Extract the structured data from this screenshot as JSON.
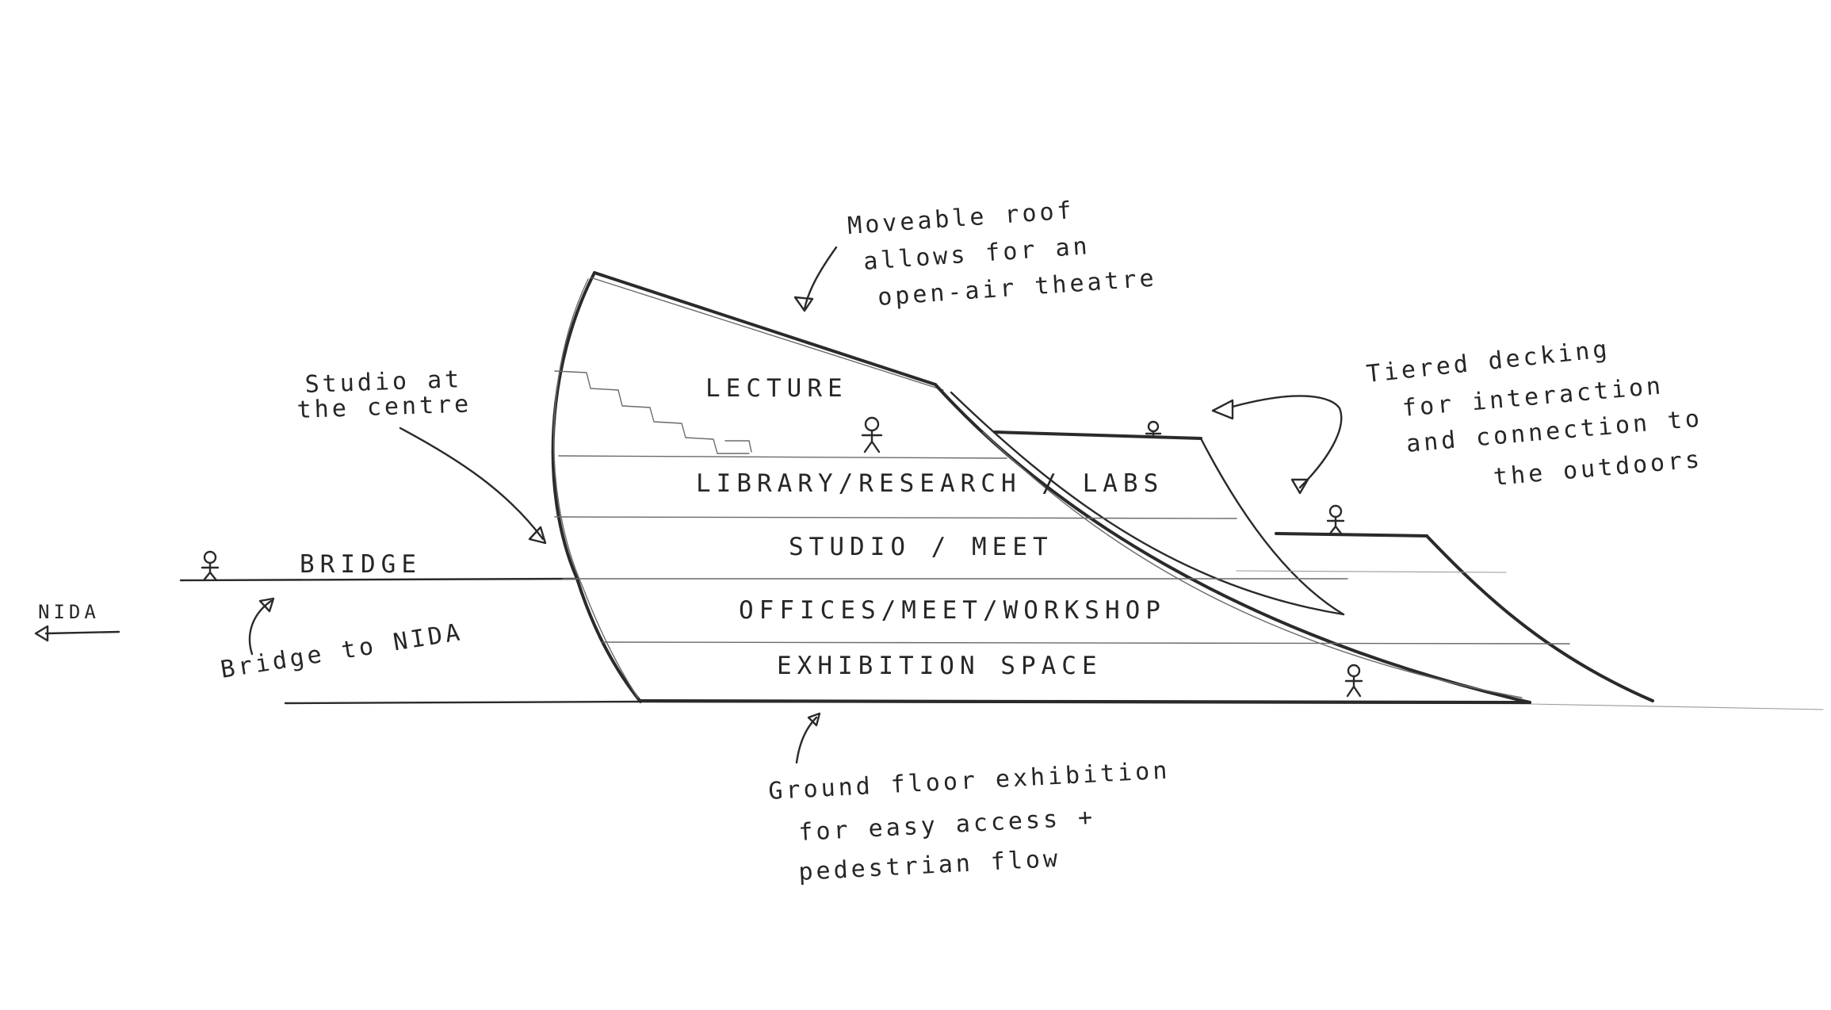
{
  "floor_labels": {
    "lecture": "LECTURE",
    "library": "LIBRARY/RESEARCH / LABS",
    "studio": "STUDIO / MEET",
    "offices": "OFFICES/MEET/WORKSHOP",
    "exhibition": "EXHIBITION SPACE",
    "bridge": "BRIDGE",
    "nida": "NIDA"
  },
  "notes": {
    "roof": [
      "Moveable roof",
      "allows for an",
      "open-air theatre"
    ],
    "studio": [
      "Studio at",
      "the centre"
    ],
    "decking": [
      "Tiered decking",
      "for interaction",
      "and connection to",
      "the outdoors"
    ],
    "bridge": "Bridge to NIDA",
    "ground": [
      "Ground floor exhibition",
      "for easy access +",
      "pedestrian flow"
    ]
  }
}
